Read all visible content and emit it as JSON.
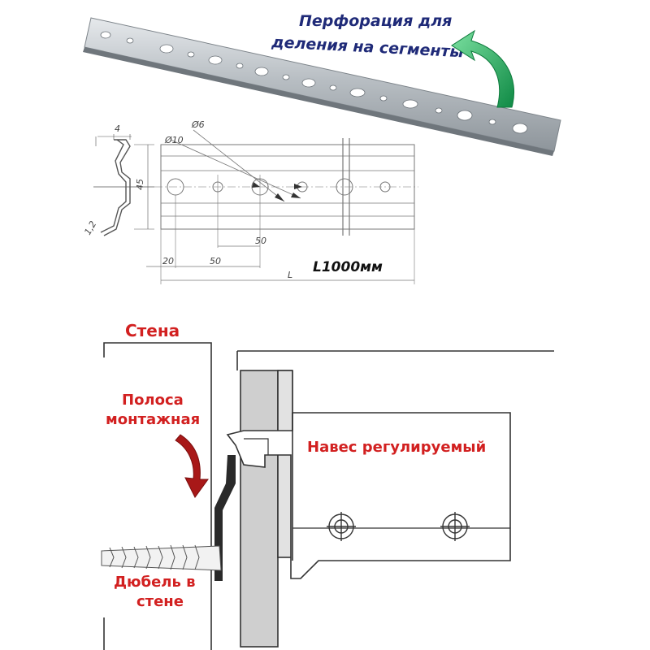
{
  "top": {
    "perforation_label_line1": "Перфорация для",
    "perforation_label_line2": "деления на сегменты",
    "length_label": "L1000мм",
    "dims": {
      "dia_small": "Ø6",
      "dia_large": "Ø10",
      "width_top": "4",
      "height": "45",
      "thickness": "1,2",
      "pitch_inner": "50",
      "offset_edge": "20",
      "pitch_outer": "50",
      "length_symbol": "L"
    }
  },
  "bottom": {
    "wall_label": "Стена",
    "strip_label_line1": "Полоса",
    "strip_label_line2": "монтажная",
    "hinge_label": "Навес регулируемый",
    "dowel_label_line1": "Дюбель в",
    "dowel_label_line2": "стене"
  },
  "colors": {
    "label_blue": "#1f2a78",
    "label_red": "#d22020",
    "arrow_green": "#1aa05a",
    "arrow_red": "#a81818",
    "strip_metal": "#b9bfc4"
  },
  "icons": {
    "green_arrow": "curved-arrow-icon",
    "red_arrow": "pointer-arrow-icon"
  }
}
